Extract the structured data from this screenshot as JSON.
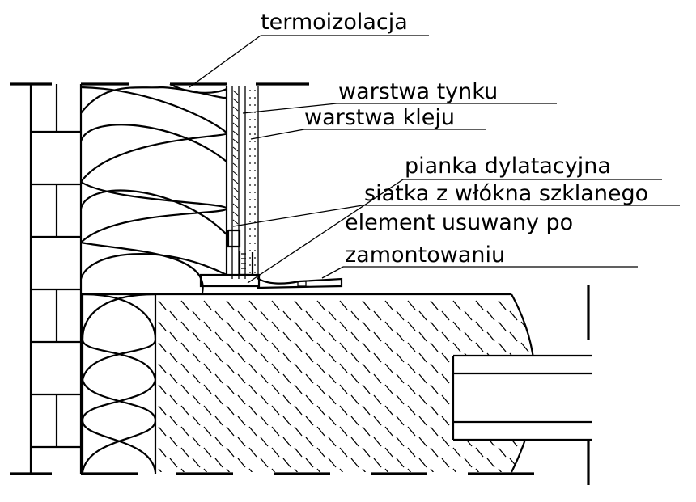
{
  "labels": {
    "termoizolacja": "termoizolacja",
    "warstwa_tynku": "warstwa tynku",
    "warstwa_kleju": "warstwa kleju",
    "pianka_dylatacyjna": "pianka dylatacyjna",
    "siatka": "siatka z włókna szklanego",
    "element_line1": "element usuwany po",
    "element_line2": "zamontowaniu"
  }
}
